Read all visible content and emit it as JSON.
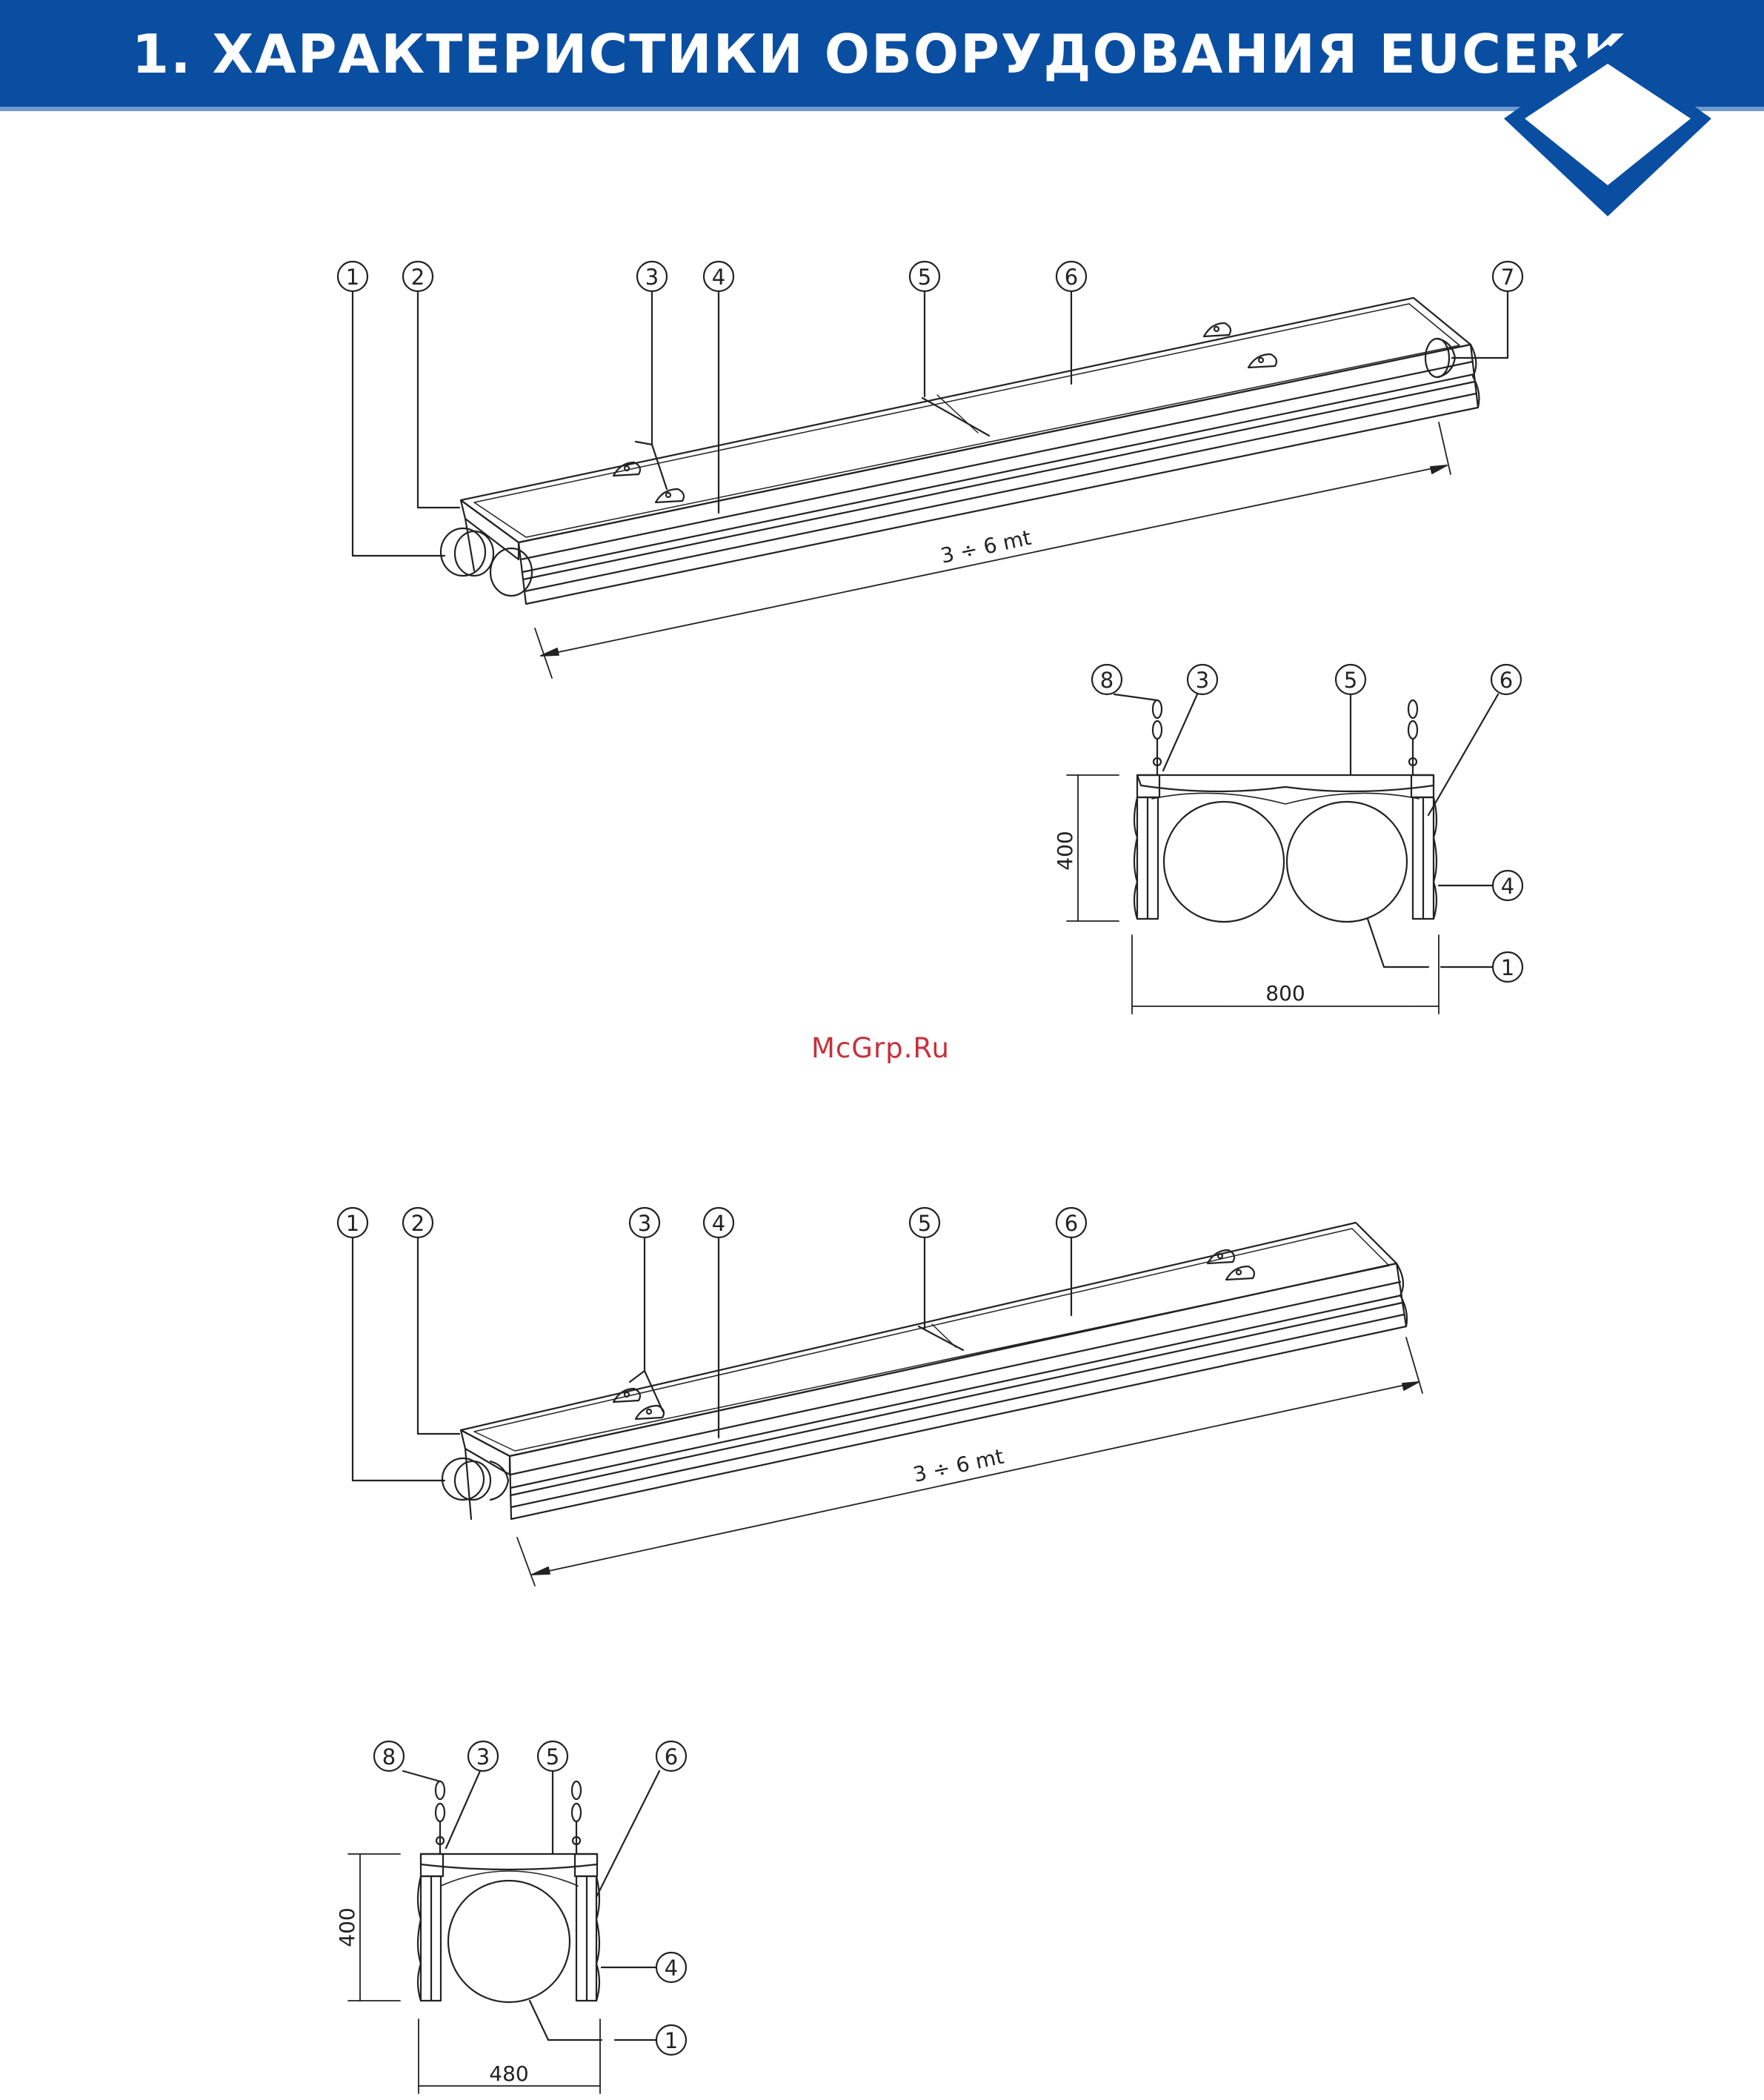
{
  "header": {
    "title": "1. ХАРАКТЕРИСТИКИ ОБОРУДОВАНИЯ EUCERK",
    "band_color": "#0a4ea2"
  },
  "drawing_1": {
    "callouts": [
      "1",
      "2",
      "3",
      "4",
      "5",
      "6",
      "7"
    ],
    "length_label": "3 ÷ 6 mt"
  },
  "section_1": {
    "callouts": [
      "8",
      "3",
      "5",
      "6",
      "4",
      "1"
    ],
    "height_label": "400",
    "width_label": "800"
  },
  "watermark": "McGrp.Ru",
  "drawing_2": {
    "callouts": [
      "1",
      "2",
      "3",
      "4",
      "5",
      "6"
    ],
    "length_label": "3 ÷ 6 mt"
  },
  "section_2": {
    "callouts": [
      "8",
      "3",
      "5",
      "6",
      "4",
      "1"
    ],
    "height_label": "400",
    "width_label": "480"
  }
}
